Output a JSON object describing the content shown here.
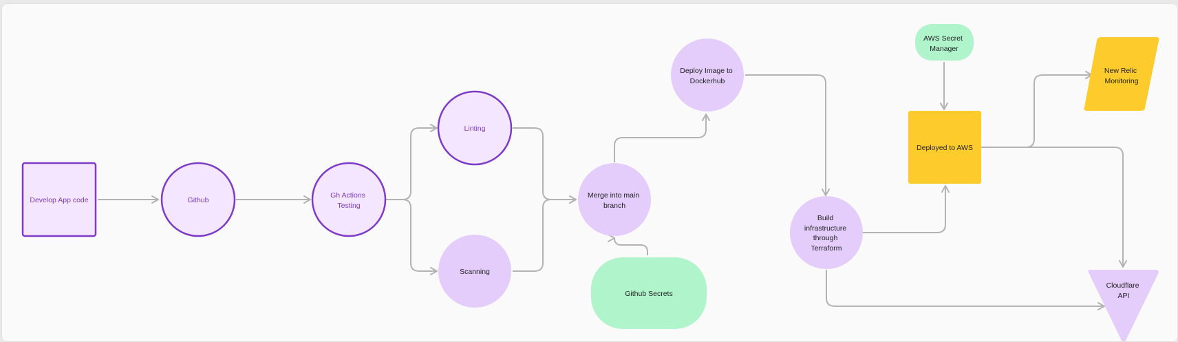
{
  "nodes": {
    "develop": {
      "label": "Develop App code"
    },
    "github": {
      "label": "Github"
    },
    "gh_actions": {
      "line1": "Gh Actions",
      "line2": "Testing"
    },
    "linting": {
      "label": "Linting"
    },
    "scanning": {
      "label": "Scanning"
    },
    "merge": {
      "line1": "Merge into main",
      "line2": "branch"
    },
    "github_secrets": {
      "label": "Github Secrets"
    },
    "deploy_docker": {
      "line1": "Deploy Image to",
      "line2": "Dockerhub"
    },
    "build_infra": {
      "line1": "Build",
      "line2": "infrastructure",
      "line3": "through",
      "line4": "Terraform"
    },
    "aws_secret": {
      "line1": "AWS Secret",
      "line2": "Manager"
    },
    "deployed_aws": {
      "label": "Deployed to AWS"
    },
    "new_relic": {
      "line1": "New Relic",
      "line2": "Monitoring"
    },
    "cloudflare": {
      "line1": "Cloudflare",
      "line2": "API"
    }
  },
  "colors": {
    "outlined_fill": "#f3e6fe",
    "outlined_stroke": "#7d3bc6",
    "outlined_text": "#7d3bc6",
    "lavender": "#e4ccfb",
    "mint": "#b0f4cc",
    "amber": "#fdcb2b",
    "connector": "#b3b3b3",
    "text": "#1e1e1e"
  }
}
